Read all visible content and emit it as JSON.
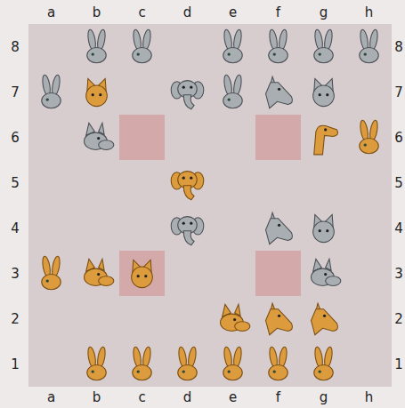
{
  "diagram": {
    "labels": [
      "a",
      "b",
      "c",
      "d",
      "e",
      "f",
      "g",
      "h",
      "a",
      "b",
      "c",
      "d",
      "e",
      "f",
      "g",
      "h",
      "8",
      "7",
      "6",
      "5",
      "4",
      "3",
      "2",
      "1",
      "8",
      "7",
      "6",
      "5",
      "4",
      "3",
      "2",
      "1"
    ]
  }
}
